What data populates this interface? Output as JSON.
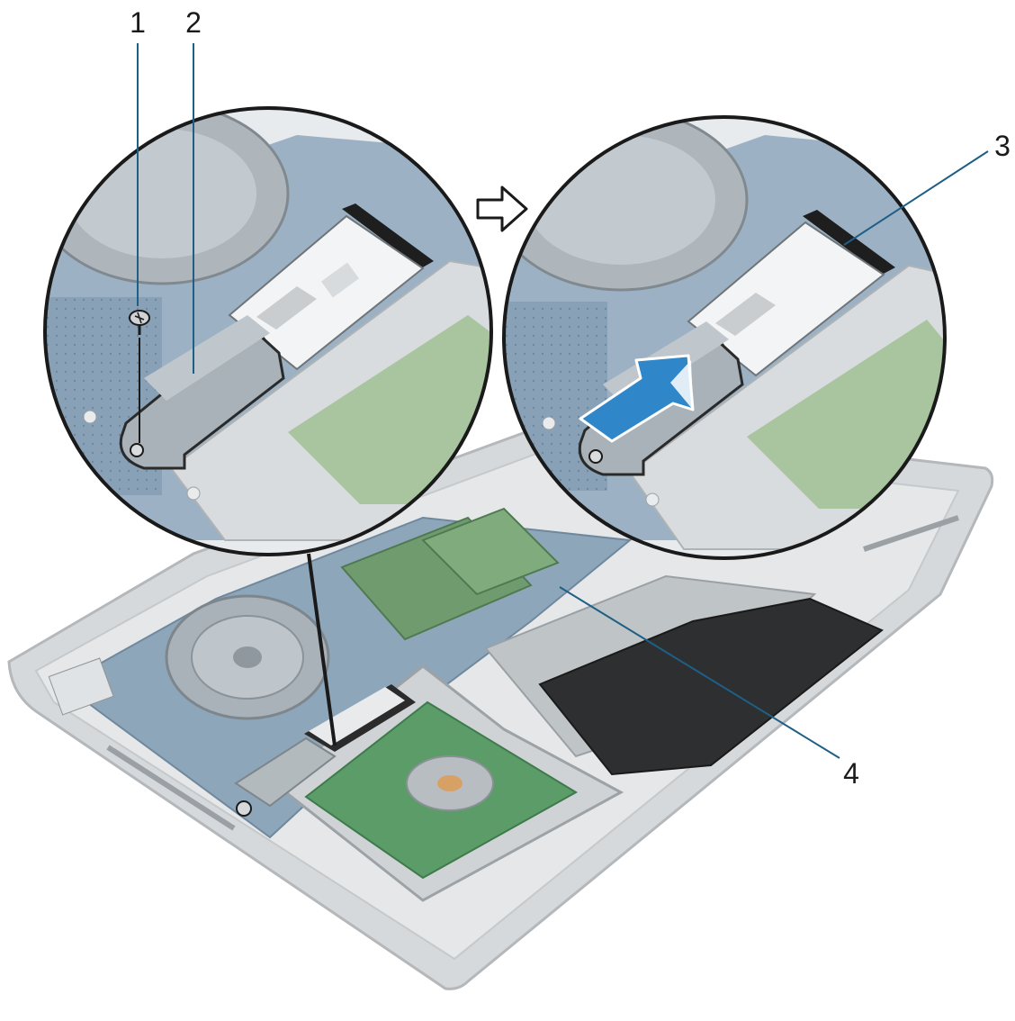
{
  "callouts": [
    {
      "id": "1",
      "label": "1"
    },
    {
      "id": "2",
      "label": "2"
    },
    {
      "id": "3",
      "label": "3"
    },
    {
      "id": "4",
      "label": "4"
    }
  ],
  "colors": {
    "callout_line": "#1f5f86",
    "board_blue": "#5b7fa0",
    "arrow_blue": "#2f86c8",
    "chassis_gray": "#c9cdd0",
    "outline_dark": "#1a1a1a"
  },
  "icons": {
    "step_arrow": "right-arrow-icon",
    "slide_arrow": "slide-left-arrow-icon"
  }
}
